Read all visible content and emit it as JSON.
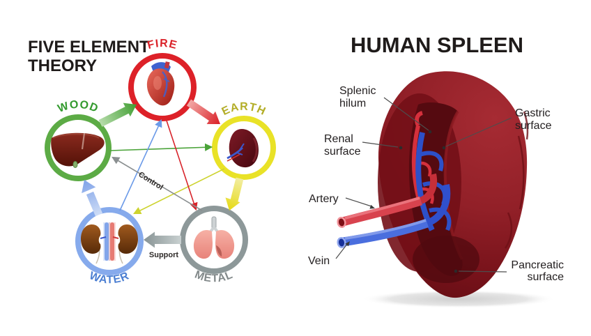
{
  "five_element_theory": {
    "title_line1": "FIVE ELEMENT",
    "title_line2": "THEORY",
    "cycle_labels": {
      "control": "Control",
      "support": "Support"
    },
    "elements": [
      {
        "name": "FIRE",
        "organ_icon": "heart-icon",
        "ring_color": "#dd2128",
        "label_color": "#da2128"
      },
      {
        "name": "WOOD",
        "organ_icon": "liver-icon",
        "ring_color": "#5cab45",
        "label_color": "#339a2e"
      },
      {
        "name": "EARTH",
        "organ_icon": "spleen-icon",
        "ring_color": "#e9e227",
        "label_color": "#b3ad27"
      },
      {
        "name": "WATER",
        "organ_icon": "kidneys-icon",
        "ring_color": "#86aaec",
        "label_color": "#4c7fd2"
      },
      {
        "name": "METAL",
        "organ_icon": "lungs-icon",
        "ring_color": "#8d9899",
        "label_color": "#82898a"
      }
    ]
  },
  "human_spleen": {
    "title": "HUMAN SPLEEN",
    "labels": {
      "splenic_hilum": {
        "line1": "Splenic",
        "line2": "hilum"
      },
      "renal_surface": {
        "line1": "Renal",
        "line2": "surface"
      },
      "gastric_surface": {
        "line1": "Gastric",
        "line2": "surface"
      },
      "pancreatic_surface": {
        "line1": "Pancreatic",
        "line2": "surface"
      },
      "artery": "Artery",
      "vein": "Vein"
    },
    "colors": {
      "spleen_body": "#8e1b23",
      "artery": "#d8434e",
      "vein": "#4a6ede"
    }
  }
}
